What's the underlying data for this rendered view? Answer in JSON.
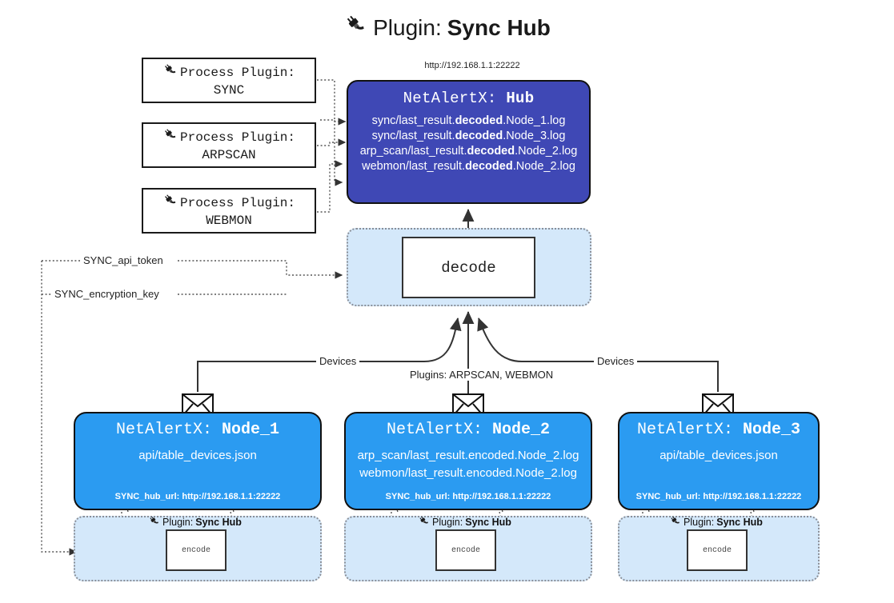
{
  "title": {
    "icon": "plug-icon",
    "prefix": "Plugin:",
    "name": "Sync Hub"
  },
  "hub": {
    "url": "http://192.168.1.1:22222",
    "title_prefix": "NetAlertX:",
    "title_name": "Hub",
    "logs": [
      {
        "pre": "sync/last_result.",
        "mid": "decoded",
        "post": ".Node_1.log"
      },
      {
        "pre": "sync/last_result.",
        "mid": "decoded",
        "post": ".Node_3.log"
      },
      {
        "pre": "arp_scan/last_result.",
        "mid": "decoded",
        "post": ".Node_2.log"
      },
      {
        "pre": "webmon/last_result.",
        "mid": "decoded",
        "post": ".Node_2.log"
      }
    ]
  },
  "process_plugins": [
    {
      "icon": "plug-icon",
      "line1": "Process Plugin:",
      "line2": "SYNC"
    },
    {
      "icon": "plug-icon",
      "line1": "Process Plugin:",
      "line2": "ARPSCAN"
    },
    {
      "icon": "plug-icon",
      "line1": "Process Plugin:",
      "line2": "WEBMON"
    }
  ],
  "decode": {
    "label": "decode"
  },
  "settings": {
    "api_token": "SYNC_api_token",
    "encryption_key": "SYNC_encryption_key"
  },
  "edge_labels": {
    "devices_left": "Devices",
    "devices_right": "Devices",
    "plugins_center": "Plugins: ARPSCAN, WEBMON"
  },
  "nodes": [
    {
      "title_prefix": "NetAlertX:",
      "title_name": "Node_1",
      "logs": [
        "api/table_devices.json"
      ],
      "hub_url": "SYNC_hub_url: http://192.168.1.1:22222",
      "envelope_icon": "envelope-icon"
    },
    {
      "title_prefix": "NetAlertX:",
      "title_name": "Node_2",
      "logs": [
        "arp_scan/last_result.encoded.Node_2.log",
        "webmon/last_result.encoded.Node_2.log"
      ],
      "hub_url": "SYNC_hub_url: http://192.168.1.1:22222",
      "envelope_icon": "envelope-icon"
    },
    {
      "title_prefix": "NetAlertX:",
      "title_name": "Node_3",
      "logs": [
        "api/table_devices.json"
      ],
      "hub_url": "SYNC_hub_url: http://192.168.1.1:22222",
      "envelope_icon": "envelope-icon"
    }
  ],
  "encoders": [
    {
      "caption_prefix": "Plugin:",
      "caption_name": "Sync Hub",
      "label": "encode",
      "icon": "plug-icon"
    },
    {
      "caption_prefix": "Plugin:",
      "caption_name": "Sync Hub",
      "label": "encode",
      "icon": "plug-icon"
    },
    {
      "caption_prefix": "Plugin:",
      "caption_name": "Sync Hub",
      "label": "encode",
      "icon": "plug-icon"
    }
  ],
  "colors": {
    "hub": "#3f48b5",
    "node": "#2b9bf1",
    "band": "#d4e8fa",
    "stroke": "#333333"
  }
}
